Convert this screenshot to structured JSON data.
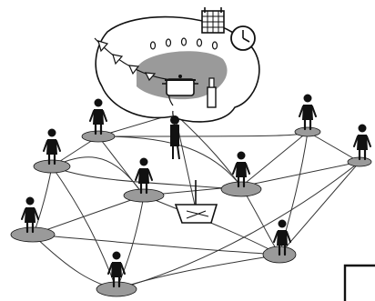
{
  "illustration": {
    "style": "black ink sketch",
    "background": "#ffffff",
    "ink_color": "#111111",
    "shadow_color": "#9a9a9a",
    "people_count": 10,
    "shared_scene": [
      "calendar",
      "clock",
      "bunting",
      "candles",
      "cooking pot",
      "bottle",
      "boat"
    ]
  }
}
